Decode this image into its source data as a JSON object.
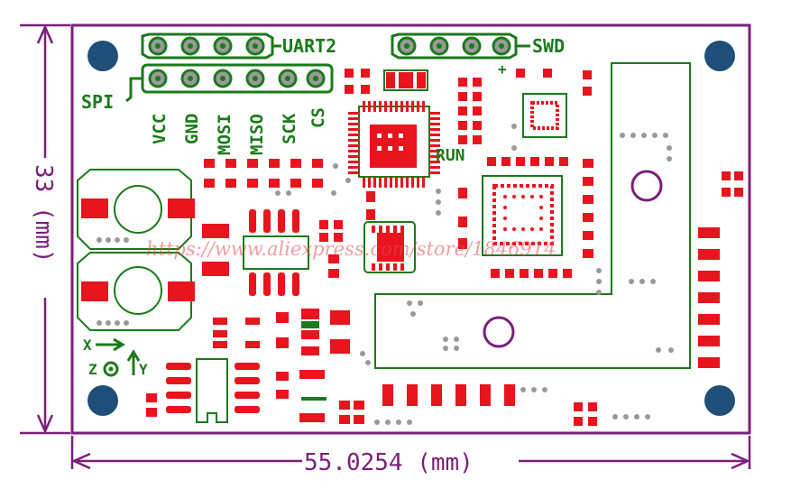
{
  "dimensions": {
    "width_label": "55.0254 (mm)",
    "height_label": "33 (mm)"
  },
  "silkscreen": {
    "uart2": "UART2",
    "swd": "SWD",
    "spi": "SPI",
    "run": "RUN",
    "swd_plus": "+",
    "pins": [
      "VCC",
      "GND",
      "MOSI",
      "MISO",
      "SCK",
      "CS"
    ],
    "axis_x": "X",
    "axis_y": "Y",
    "axis_z": "Z"
  },
  "watermark": "https://www.aliexpress.com/store/1846914",
  "colors": {
    "outline": "#7a1f7a",
    "pad": "#e8141e",
    "silkscreen": "#1b7a1b",
    "mount_hole": "#1f4e79",
    "via": "#9a9a9a"
  }
}
